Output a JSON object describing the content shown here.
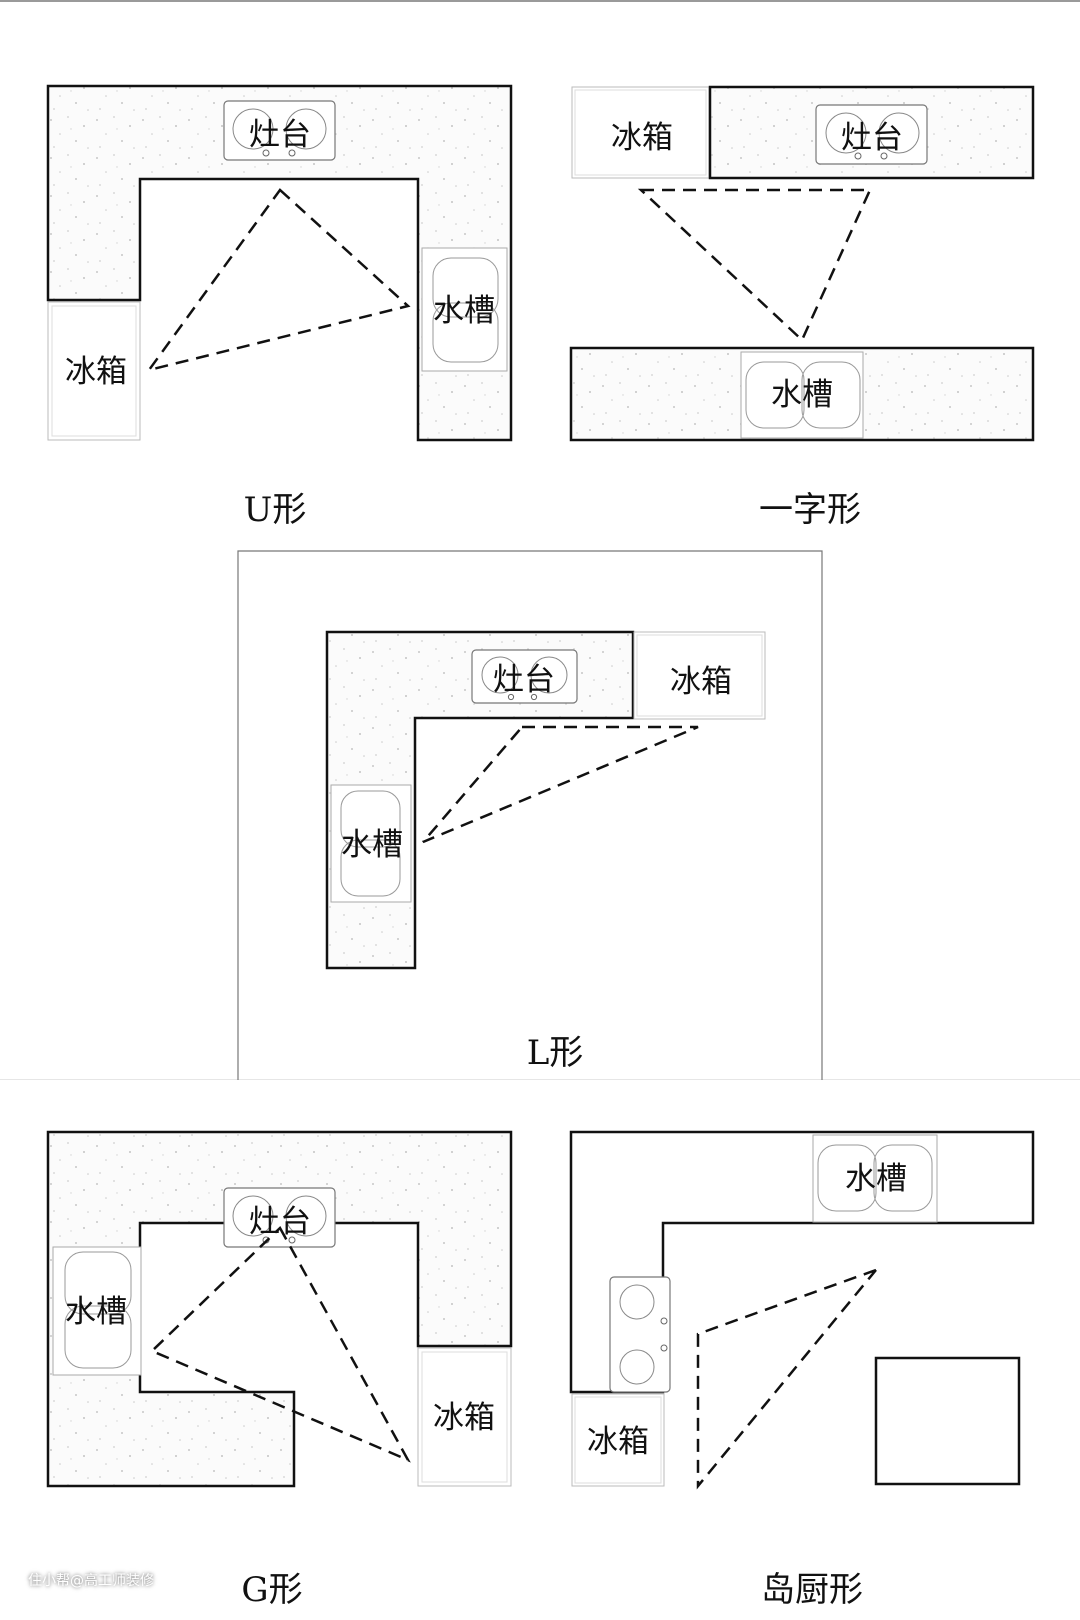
{
  "title": "厨房布局类型示意图",
  "labels": {
    "fridge": "冰箱",
    "stove": "灶台",
    "sink": "水槽"
  },
  "layouts": [
    {
      "id": "u",
      "caption": "U形",
      "zones": [
        "灶台",
        "水槽",
        "冰箱"
      ]
    },
    {
      "id": "line",
      "caption": "一字形",
      "zones": [
        "冰箱",
        "灶台",
        "水槽"
      ]
    },
    {
      "id": "l",
      "caption": "L形",
      "zones": [
        "灶台",
        "冰箱",
        "水槽"
      ]
    },
    {
      "id": "g",
      "caption": "G形",
      "zones": [
        "灶台",
        "水槽",
        "冰箱"
      ]
    },
    {
      "id": "island",
      "caption": "岛厨形",
      "zones": [
        "水槽",
        "冰箱"
      ]
    }
  ],
  "watermark": "住小帮@高工师装修",
  "colors": {
    "counter_outline": "#111111",
    "appliance_outline": "#9a9a9a",
    "counter_fill": "#fbfbfb",
    "speckle": "#c4c4c4",
    "triangle": "#111111"
  }
}
